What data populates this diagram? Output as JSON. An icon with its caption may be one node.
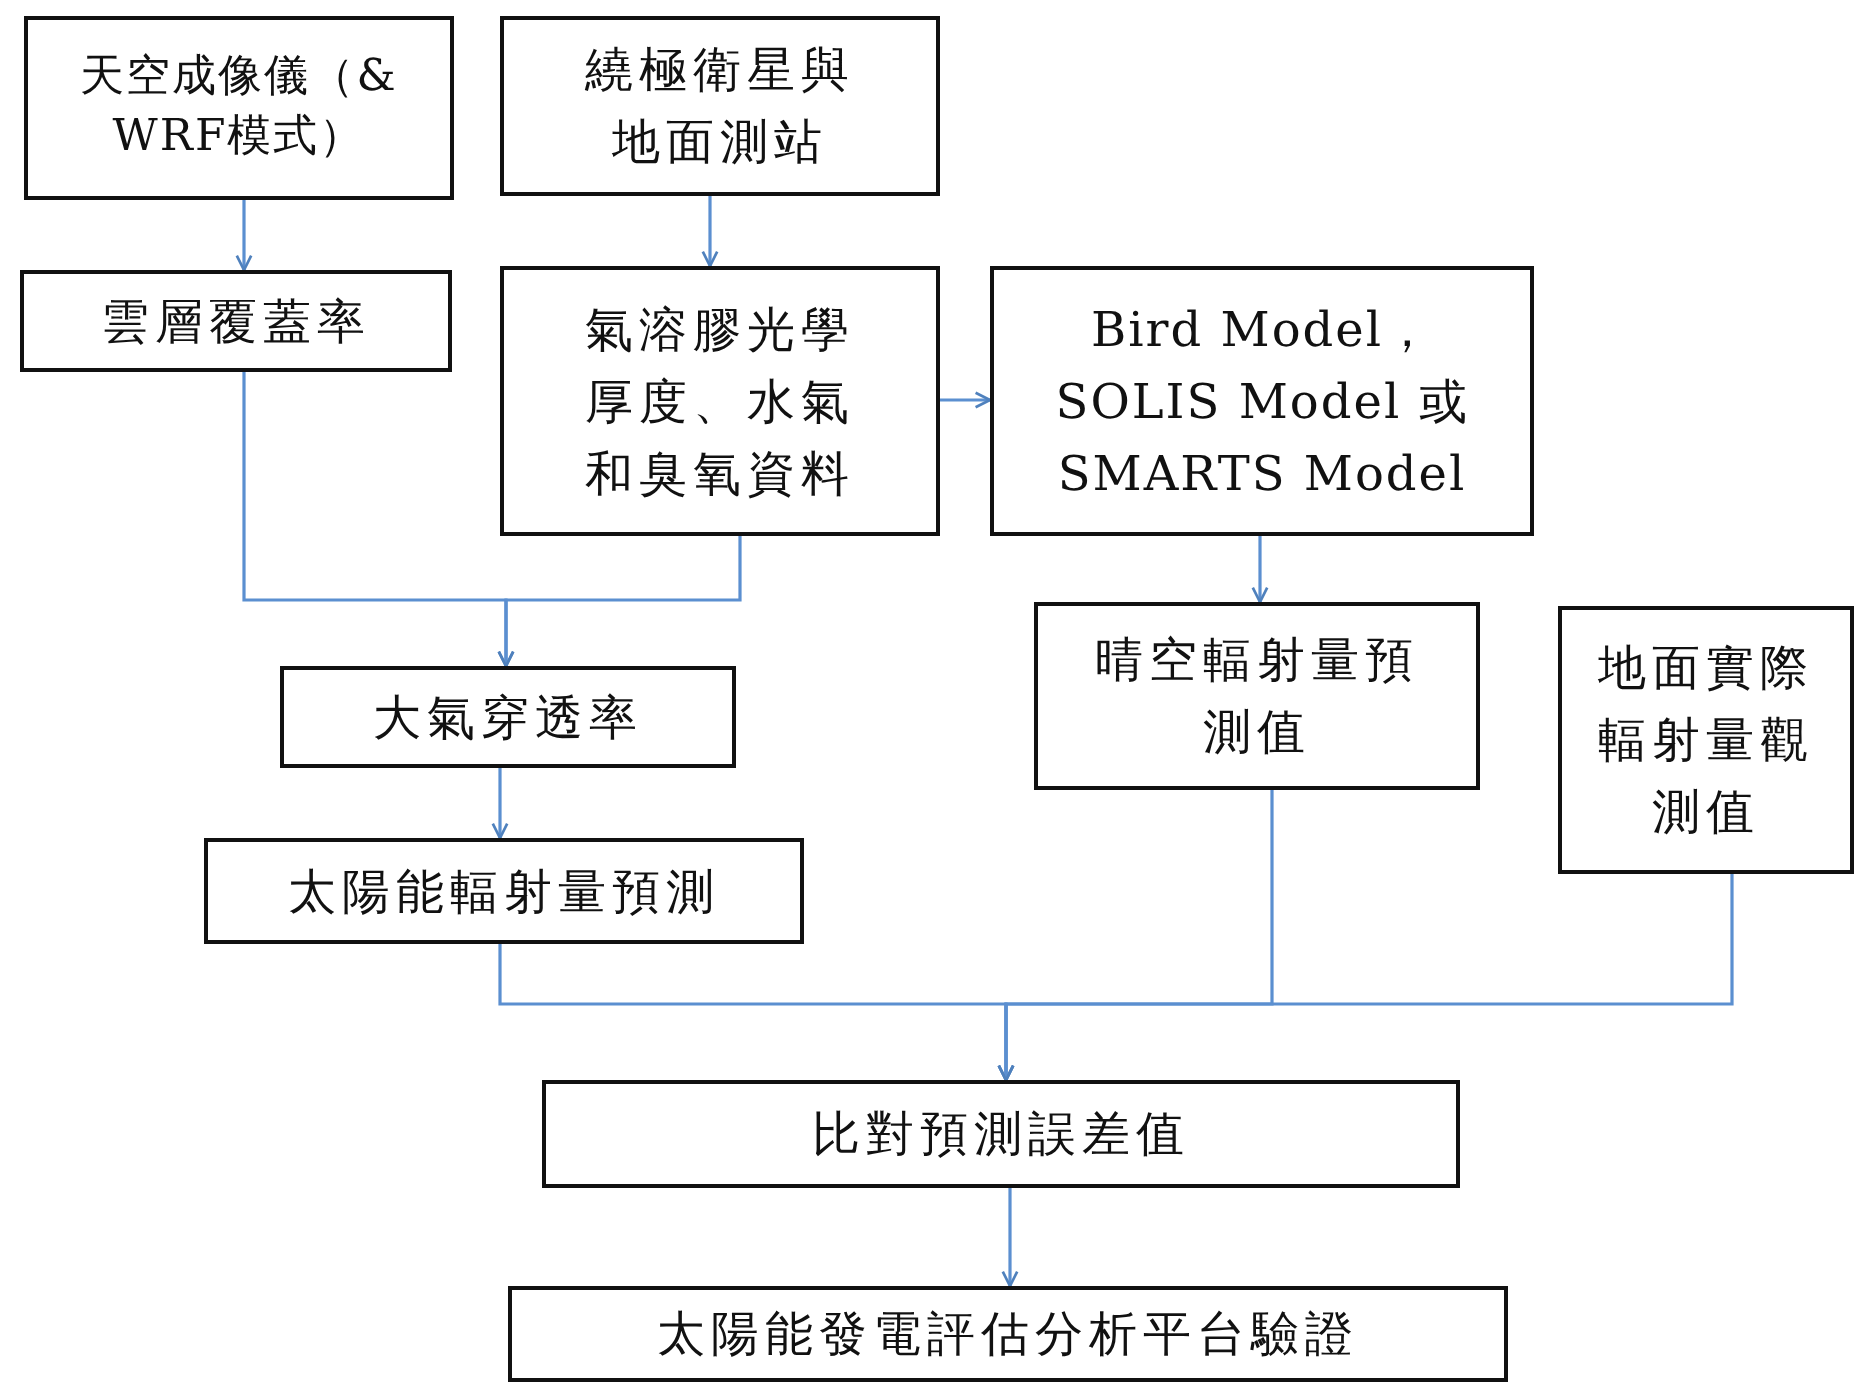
{
  "diagram": {
    "nodes": [
      {
        "text": [
          "天空成像儀（& WRF模式）"
        ]
      },
      {
        "text": [
          "繞極衛星與地面測站"
        ]
      },
      {
        "text": [
          "雲層覆蓋率"
        ]
      },
      {
        "text": [
          "氣溶膠光學厚度、水氣和臭氧資料"
        ]
      },
      {
        "text": [
          "Bird Model，SOLIS Model 或 SMARTS Model"
        ]
      },
      {
        "text": [
          "大氣穿透率"
        ]
      },
      {
        "text": [
          "晴空輻射量預測值"
        ]
      },
      {
        "text": [
          "地面實際輻射量觀測值"
        ]
      },
      {
        "text": [
          "太陽能輻射量預測"
        ]
      },
      {
        "text": [
          "比對預測誤差值"
        ]
      },
      {
        "text": [
          "太陽能發電評估分析平台驗證"
        ]
      }
    ],
    "edges": [
      {
        "from": 0,
        "to": 2,
        "arrow": "to"
      },
      {
        "from": 1,
        "to": 3,
        "arrow": "to"
      },
      {
        "from": 3,
        "to": 4,
        "arrow": "to"
      },
      {
        "from": 2,
        "to": 5,
        "arrow": "to"
      },
      {
        "from": 3,
        "to": 5,
        "arrow": "to"
      },
      {
        "from": 5,
        "to": 8,
        "arrow": "to"
      },
      {
        "from": 4,
        "to": 6,
        "arrow": "to"
      },
      {
        "from": 8,
        "to": 9,
        "arrow": "to"
      },
      {
        "from": 6,
        "to": 9,
        "arrow": "to"
      },
      {
        "from": 7,
        "to": 9,
        "arrow": "to"
      },
      {
        "from": 9,
        "to": 10,
        "arrow": "to"
      }
    ]
  }
}
